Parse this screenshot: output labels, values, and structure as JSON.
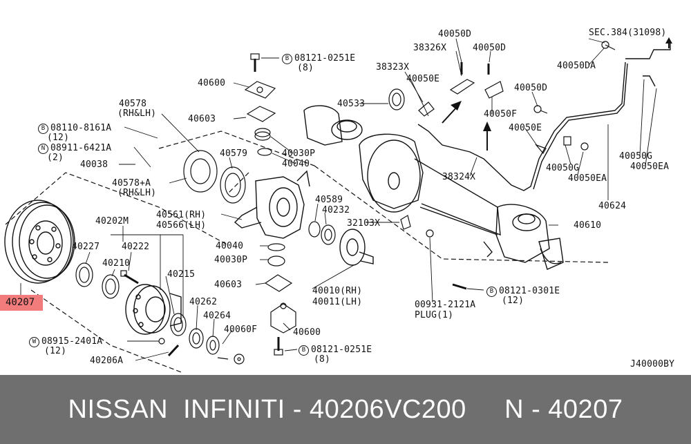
{
  "diagram": {
    "ref_code": "J40000BY",
    "highlight_label": "40207",
    "callouts": [
      {
        "id": "c1",
        "text": "40050D"
      },
      {
        "id": "c2",
        "text": "38326X"
      },
      {
        "id": "c3",
        "text": "40050D"
      },
      {
        "id": "c4",
        "text": "SEC.384(31098)"
      },
      {
        "id": "c5",
        "badge": "B",
        "text": "08121-0251E"
      },
      {
        "id": "c6",
        "text": "(8)"
      },
      {
        "id": "c7",
        "text": "38323X"
      },
      {
        "id": "c8",
        "text": "40050DA"
      },
      {
        "id": "c9",
        "text": "40600"
      },
      {
        "id": "c10",
        "text": "40050E"
      },
      {
        "id": "c11",
        "text": "40050D"
      },
      {
        "id": "c12",
        "text": "40578"
      },
      {
        "id": "c13",
        "text": "(RH&LH)"
      },
      {
        "id": "c14",
        "text": "40533"
      },
      {
        "id": "c15",
        "text": "40603"
      },
      {
        "id": "c16",
        "text": "40050F"
      },
      {
        "id": "c17",
        "text": "40050E"
      },
      {
        "id": "c18",
        "badge": "B",
        "text": "08110-8161A"
      },
      {
        "id": "c19",
        "text": "(12)"
      },
      {
        "id": "c20",
        "badge": "N",
        "text": "08911-6421A"
      },
      {
        "id": "c21",
        "text": "(2)"
      },
      {
        "id": "c22",
        "text": "40030P"
      },
      {
        "id": "c23",
        "text": "40579"
      },
      {
        "id": "c24",
        "text": "40038"
      },
      {
        "id": "c25",
        "text": "40040"
      },
      {
        "id": "c26",
        "text": "40050G"
      },
      {
        "id": "c27",
        "text": "40050EA"
      },
      {
        "id": "c28",
        "text": "40050G"
      },
      {
        "id": "c29",
        "text": "40050EA"
      },
      {
        "id": "c30",
        "text": "38324X"
      },
      {
        "id": "c31",
        "text": "40578+A"
      },
      {
        "id": "c32",
        "text": "(RH&LH)"
      },
      {
        "id": "c33",
        "text": "40589"
      },
      {
        "id": "c34",
        "text": "40232"
      },
      {
        "id": "c35",
        "text": "40624"
      },
      {
        "id": "c36",
        "text": "40561(RH)"
      },
      {
        "id": "c37",
        "text": "40566(LH)"
      },
      {
        "id": "c38",
        "text": "40202M"
      },
      {
        "id": "c39",
        "text": "32103X"
      },
      {
        "id": "c40",
        "text": "40610"
      },
      {
        "id": "c41",
        "text": "40227"
      },
      {
        "id": "c42",
        "text": "40222"
      },
      {
        "id": "c43",
        "text": "40040"
      },
      {
        "id": "c44",
        "text": "40210"
      },
      {
        "id": "c45",
        "text": "40030P"
      },
      {
        "id": "c46",
        "text": "40215"
      },
      {
        "id": "c47",
        "text": "40603"
      },
      {
        "id": "c48",
        "text": "40010(RH)"
      },
      {
        "id": "c49",
        "text": "40011(LH)"
      },
      {
        "id": "c50",
        "badge": "B",
        "text": "08121-0301E"
      },
      {
        "id": "c51",
        "text": "(12)"
      },
      {
        "id": "c52",
        "text": "40262"
      },
      {
        "id": "c53",
        "text": "00931-2121A"
      },
      {
        "id": "c54",
        "text": "PLUG(1)"
      },
      {
        "id": "c55",
        "text": "40264"
      },
      {
        "id": "c56",
        "text": "40600"
      },
      {
        "id": "c57",
        "text": "40060F"
      },
      {
        "id": "c58",
        "badge": "W",
        "text": "08915-2401A"
      },
      {
        "id": "c59",
        "text": "(12)"
      },
      {
        "id": "c60",
        "badge": "B",
        "text": "08121-0251E"
      },
      {
        "id": "c61",
        "text": "(8)"
      },
      {
        "id": "c62",
        "text": "40206A"
      }
    ]
  },
  "footer": {
    "title": "NISSAN  INFINITI - 40206VC200     N - 40207",
    "background": "#6f6f6f",
    "text_color": "#ffffff"
  },
  "colors": {
    "highlight": "#f27b7b",
    "ink": "#111111"
  }
}
